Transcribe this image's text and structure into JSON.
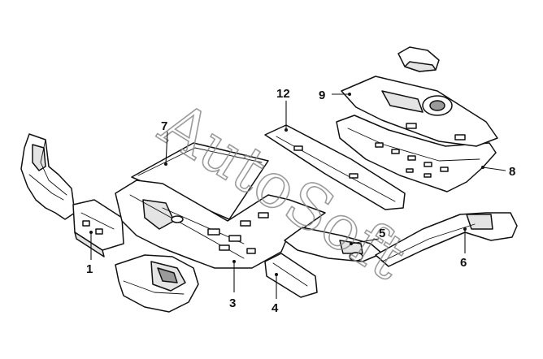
{
  "watermark": {
    "text": "AutoSoft"
  },
  "callouts": [
    {
      "id": "1",
      "label": "1"
    },
    {
      "id": "3",
      "label": "3"
    },
    {
      "id": "4",
      "label": "4"
    },
    {
      "id": "5",
      "label": "5"
    },
    {
      "id": "6",
      "label": "6"
    },
    {
      "id": "7",
      "label": "7"
    },
    {
      "id": "8",
      "label": "8"
    },
    {
      "id": "9",
      "label": "9"
    },
    {
      "id": "12",
      "label": "12"
    }
  ]
}
